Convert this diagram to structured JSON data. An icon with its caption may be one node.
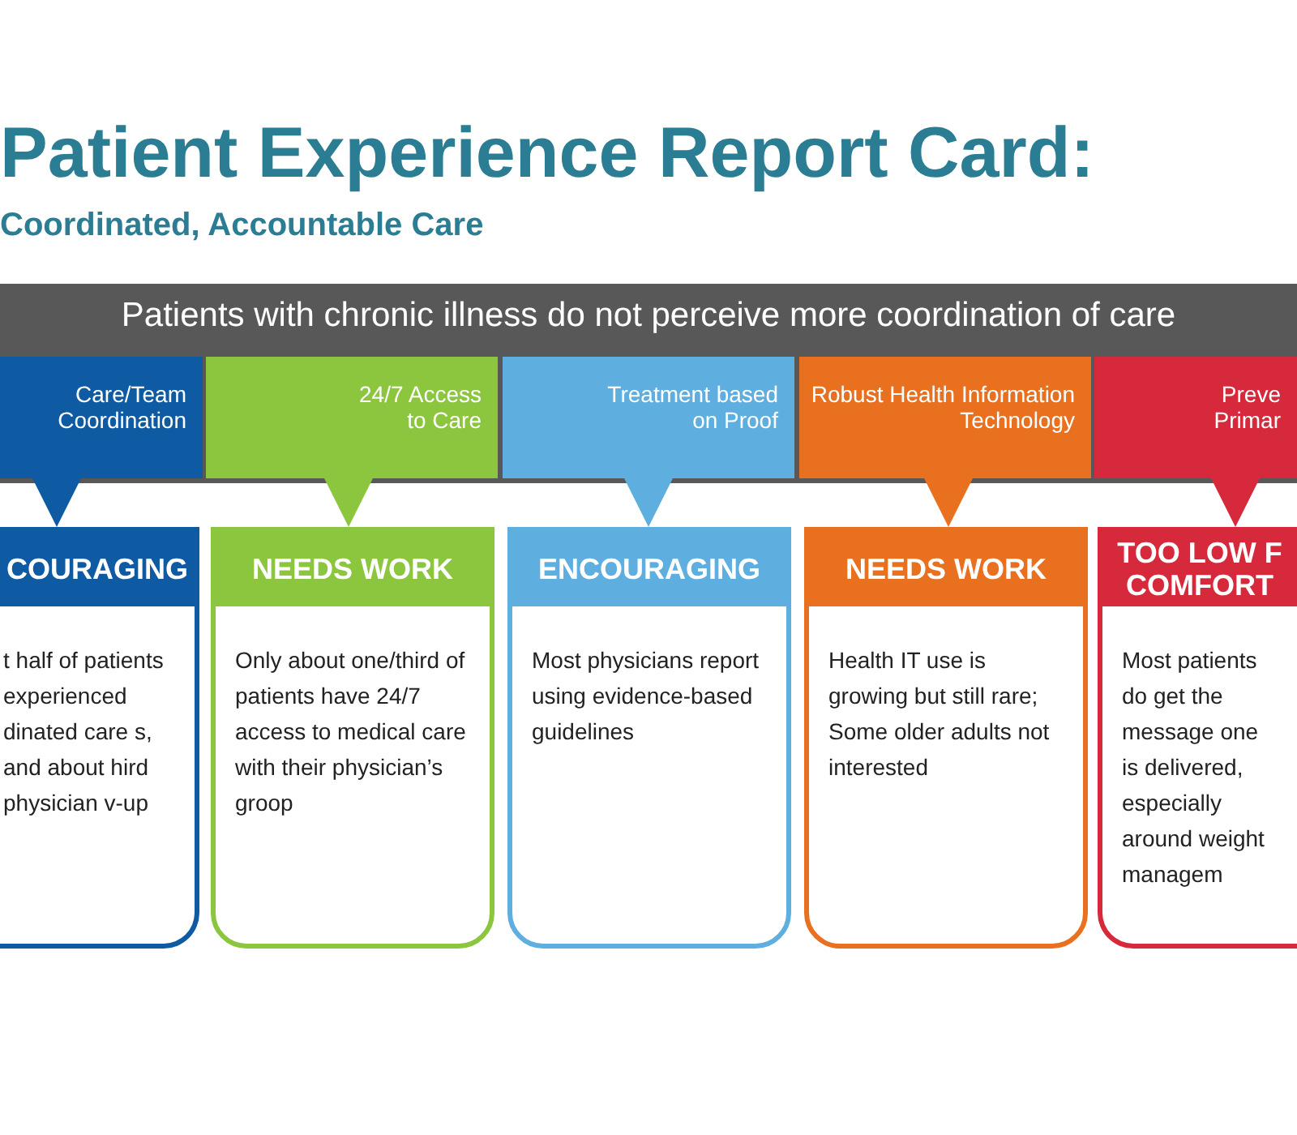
{
  "diagram": {
    "title": "Patient Experience Report Card:",
    "nodes": [
      {
        "text": [
          "Patients with chronic illness do not perceive more coordination of care"
        ]
      },
      {
        "text": [
          "Care/Team Coordination"
        ]
      },
      {
        "text": [
          "COURAGING",
          "t half of patients experienced dinated care s, and about hird physician v-up"
        ]
      },
      {
        "text": [
          "24/7 Access to Care"
        ]
      },
      {
        "text": [
          "NEEDS WORK",
          "Only about one/third of patients have 24/7 access to medical care with their physician’s groop"
        ]
      },
      {
        "text": [
          "Treatment based on Proof"
        ]
      },
      {
        "text": [
          "ENCOURAGING",
          "Most physicians report using evidence-based guidelines"
        ]
      },
      {
        "text": [
          "Robust Health Information Technology"
        ]
      },
      {
        "text": [
          "NEEDS WORK",
          "Health IT use is growing but still rare; Some older adults not interested"
        ]
      },
      {
        "text": [
          "Preve Primar"
        ]
      },
      {
        "text": [
          "TOO LOW F COMFORT",
          "Most patients do get the message one is delivered, especially around weight managem"
        ]
      }
    ],
    "labels": [
      "Coordinated, Accountable Care"
    ]
  }
}
